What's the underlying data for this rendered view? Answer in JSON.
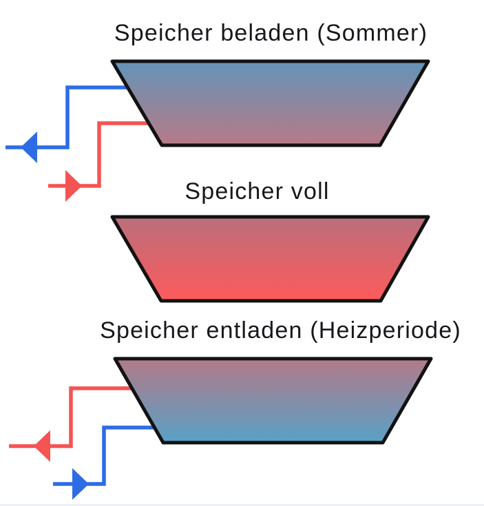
{
  "diagram": {
    "subject": "Seasonal heat storage (Speicher) charge cycle",
    "sections": [
      {
        "id": "beladen",
        "label": "Speicher beladen (Sommer)",
        "tank_state": "charging: cool top, warming bottom",
        "arrows": [
          {
            "name": "cold-outflow",
            "direction": "left",
            "color_role": "cold"
          },
          {
            "name": "hot-inflow",
            "direction": "right",
            "color_role": "hot"
          }
        ]
      },
      {
        "id": "voll",
        "label": "Speicher voll",
        "tank_state": "full: hot throughout",
        "arrows": []
      },
      {
        "id": "entladen",
        "label": "Speicher entladen (Heizperiode)",
        "tank_state": "discharging: warm top, cooled bottom",
        "arrows": [
          {
            "name": "warm-outflow",
            "direction": "left",
            "color_role": "hot"
          },
          {
            "name": "cold-inflow",
            "direction": "right",
            "color_role": "cold"
          }
        ]
      }
    ]
  },
  "colors": {
    "background": "#ffffff",
    "text": "#17171c",
    "tank_outline": "#121212",
    "pipe_cold": "#2d6ce5",
    "pipe_hot": "#f65353",
    "tank1_top": "#6494b8",
    "tank1_bottom": "#b77a87",
    "tank2_top": "#b96f7d",
    "tank2_bottom": "#fe5a5a",
    "tank3_top": "#b27a89",
    "tank3_bottom": "#58a1c5"
  }
}
